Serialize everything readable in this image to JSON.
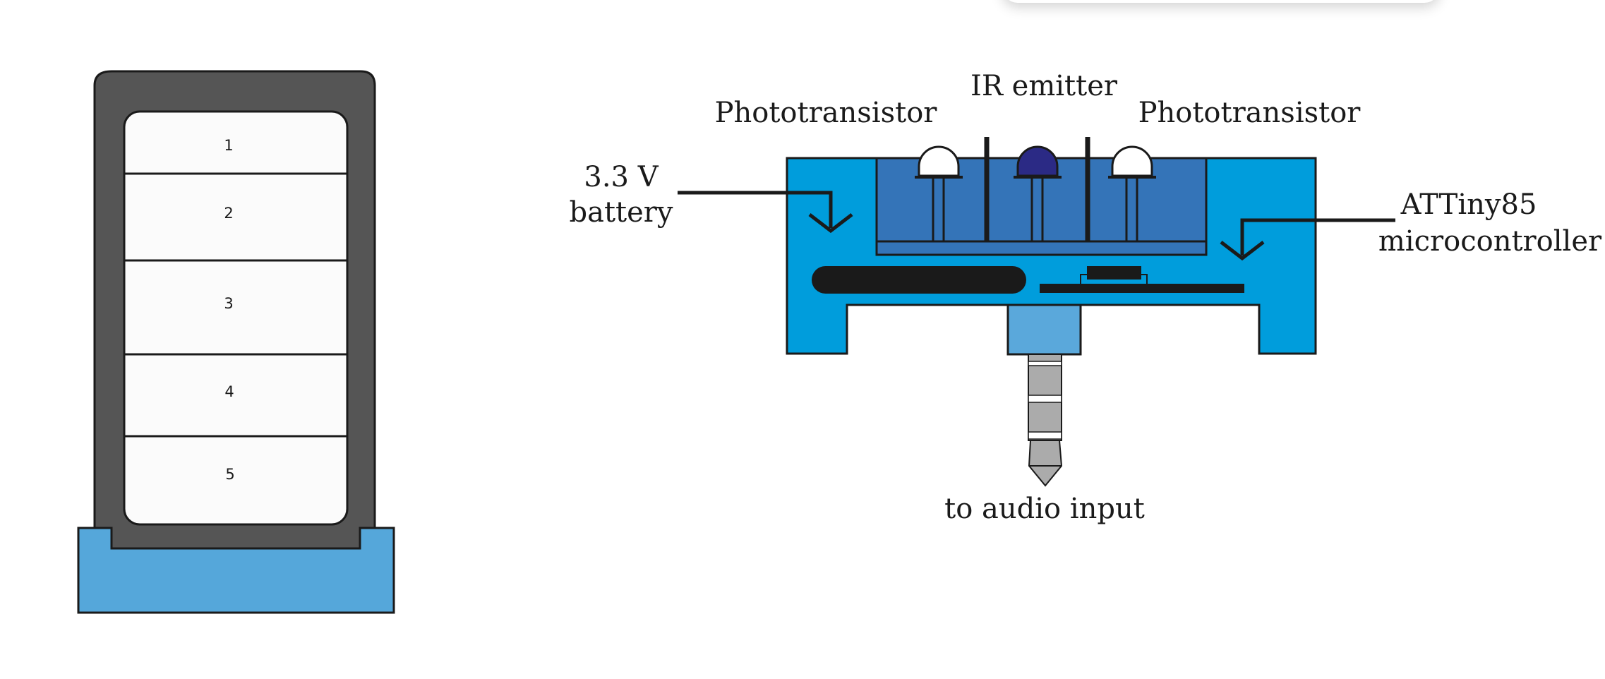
{
  "holder": {
    "slots": [
      "1",
      "2",
      "3",
      "4",
      "5"
    ]
  },
  "sensor": {
    "labels": {
      "phototransistor_left": "Phototransistor",
      "ir_emitter": "IR emitter",
      "phototransistor_right": "Phototransistor",
      "battery_line1": "3.3 V",
      "battery_line2": "battery",
      "mcu_line1": "ATTiny85",
      "mcu_line2": "microcontroller",
      "audio": "to audio input"
    }
  },
  "colors": {
    "holder_frame": "#555555",
    "holder_base": "#55a7da",
    "slot_fill": "#fbfbfb",
    "case_body": "#009ddc",
    "inner_compartment": "#3474b8",
    "plug_housing": "#5aa8db",
    "ir_emitter": "#2b2a85",
    "outline": "#1a1a1a"
  },
  "icons": [
    "phototransistor-icon",
    "ir-emitter-icon",
    "audio-plug-icon",
    "battery-icon",
    "microcontroller-icon"
  ]
}
